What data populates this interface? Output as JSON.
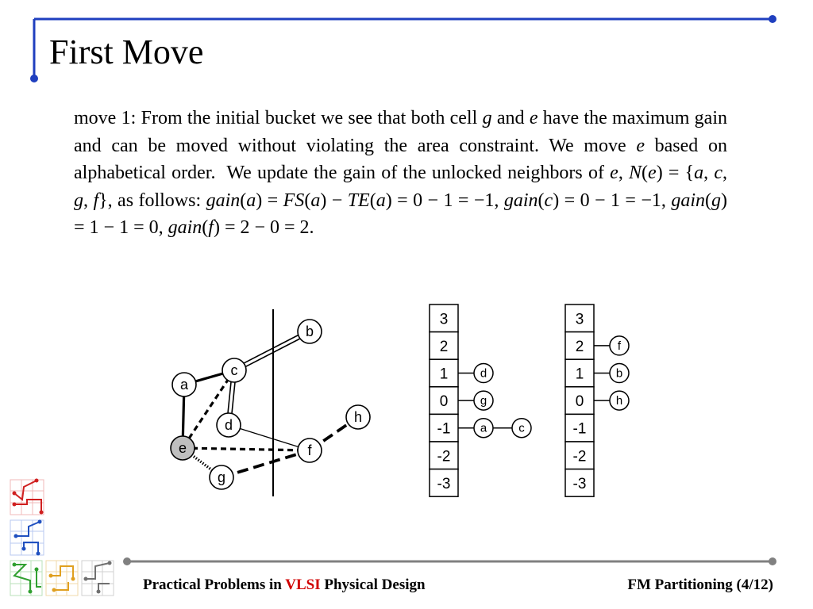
{
  "slide": {
    "title": "First Move",
    "body_html": "move 1: From the initial bucket we see that both cell <i>g</i> and <i>e</i> have the maximum gain and can be moved without violating the area constraint. We move <i>e</i> based on alphabetical order.&nbsp; We update the gain of the unlocked neighbors of <i>e</i>, <i>N</i>(<i>e</i>) = {<i>a</i>, <i>c</i>, <i>g</i>, <i>f</i>}, as follows: <i>gain</i>(<i>a</i>) = <i>FS</i>(<i>a</i>) &minus; <i>TE</i>(<i>a</i>) = 0 &minus; 1 = &minus;1, <i>gain</i>(<i>c</i>) = 0 &minus; 1 = &minus;1, <i>gain</i>(<i>g</i>) = 1 &minus; 1 = 0, <i>gain</i>(<i>f</i>) = 2 &minus; 0 = 2."
  },
  "graph": {
    "nodes": [
      {
        "id": "a",
        "label": "a",
        "moved": false
      },
      {
        "id": "b",
        "label": "b",
        "moved": false
      },
      {
        "id": "c",
        "label": "c",
        "moved": false
      },
      {
        "id": "d",
        "label": "d",
        "moved": false
      },
      {
        "id": "e",
        "label": "e",
        "moved": true
      },
      {
        "id": "f",
        "label": "f",
        "moved": false
      },
      {
        "id": "g",
        "label": "g",
        "moved": false
      },
      {
        "id": "h",
        "label": "h",
        "moved": false
      }
    ],
    "edges": [
      {
        "from": "a",
        "to": "c",
        "style": "bold"
      },
      {
        "from": "a",
        "to": "e",
        "style": "bold"
      },
      {
        "from": "c",
        "to": "b",
        "style": "double"
      },
      {
        "from": "c",
        "to": "d",
        "style": "double"
      },
      {
        "from": "c",
        "to": "e",
        "style": "dashed"
      },
      {
        "from": "d",
        "to": "f",
        "style": "thin"
      },
      {
        "from": "e",
        "to": "f",
        "style": "dashed"
      },
      {
        "from": "e",
        "to": "g",
        "style": "dotted"
      },
      {
        "from": "g",
        "to": "f",
        "style": "long-dashed"
      },
      {
        "from": "f",
        "to": "h",
        "style": "long-dashed"
      }
    ]
  },
  "buckets": [
    {
      "levels": [
        "3",
        "2",
        "1",
        "0",
        "-1",
        "-2",
        "-3"
      ],
      "entries": {
        "1": [
          "d"
        ],
        "0": [
          "g"
        ],
        "-1": [
          "a",
          "c"
        ]
      }
    },
    {
      "levels": [
        "3",
        "2",
        "1",
        "0",
        "-1",
        "-2",
        "-3"
      ],
      "entries": {
        "2": [
          "f"
        ],
        "1": [
          "b"
        ],
        "0": [
          "h"
        ]
      }
    }
  ],
  "footer": {
    "left_pre": "Practical Problems in ",
    "left_highlight": "VLSI",
    "left_post": " Physical Design",
    "right": "FM Partitioning (4/12)"
  },
  "colors": {
    "accent": "#1f3fbf",
    "footer_rule": "#808080",
    "highlight": "#d00000",
    "moved_node": "#bfbfbf"
  },
  "logo_icons": [
    "red-routing-grid-icon",
    "blue-routing-grid-icon",
    "green-routing-grid-icon",
    "orange-routing-grid-icon",
    "gray-routing-grid-icon"
  ]
}
